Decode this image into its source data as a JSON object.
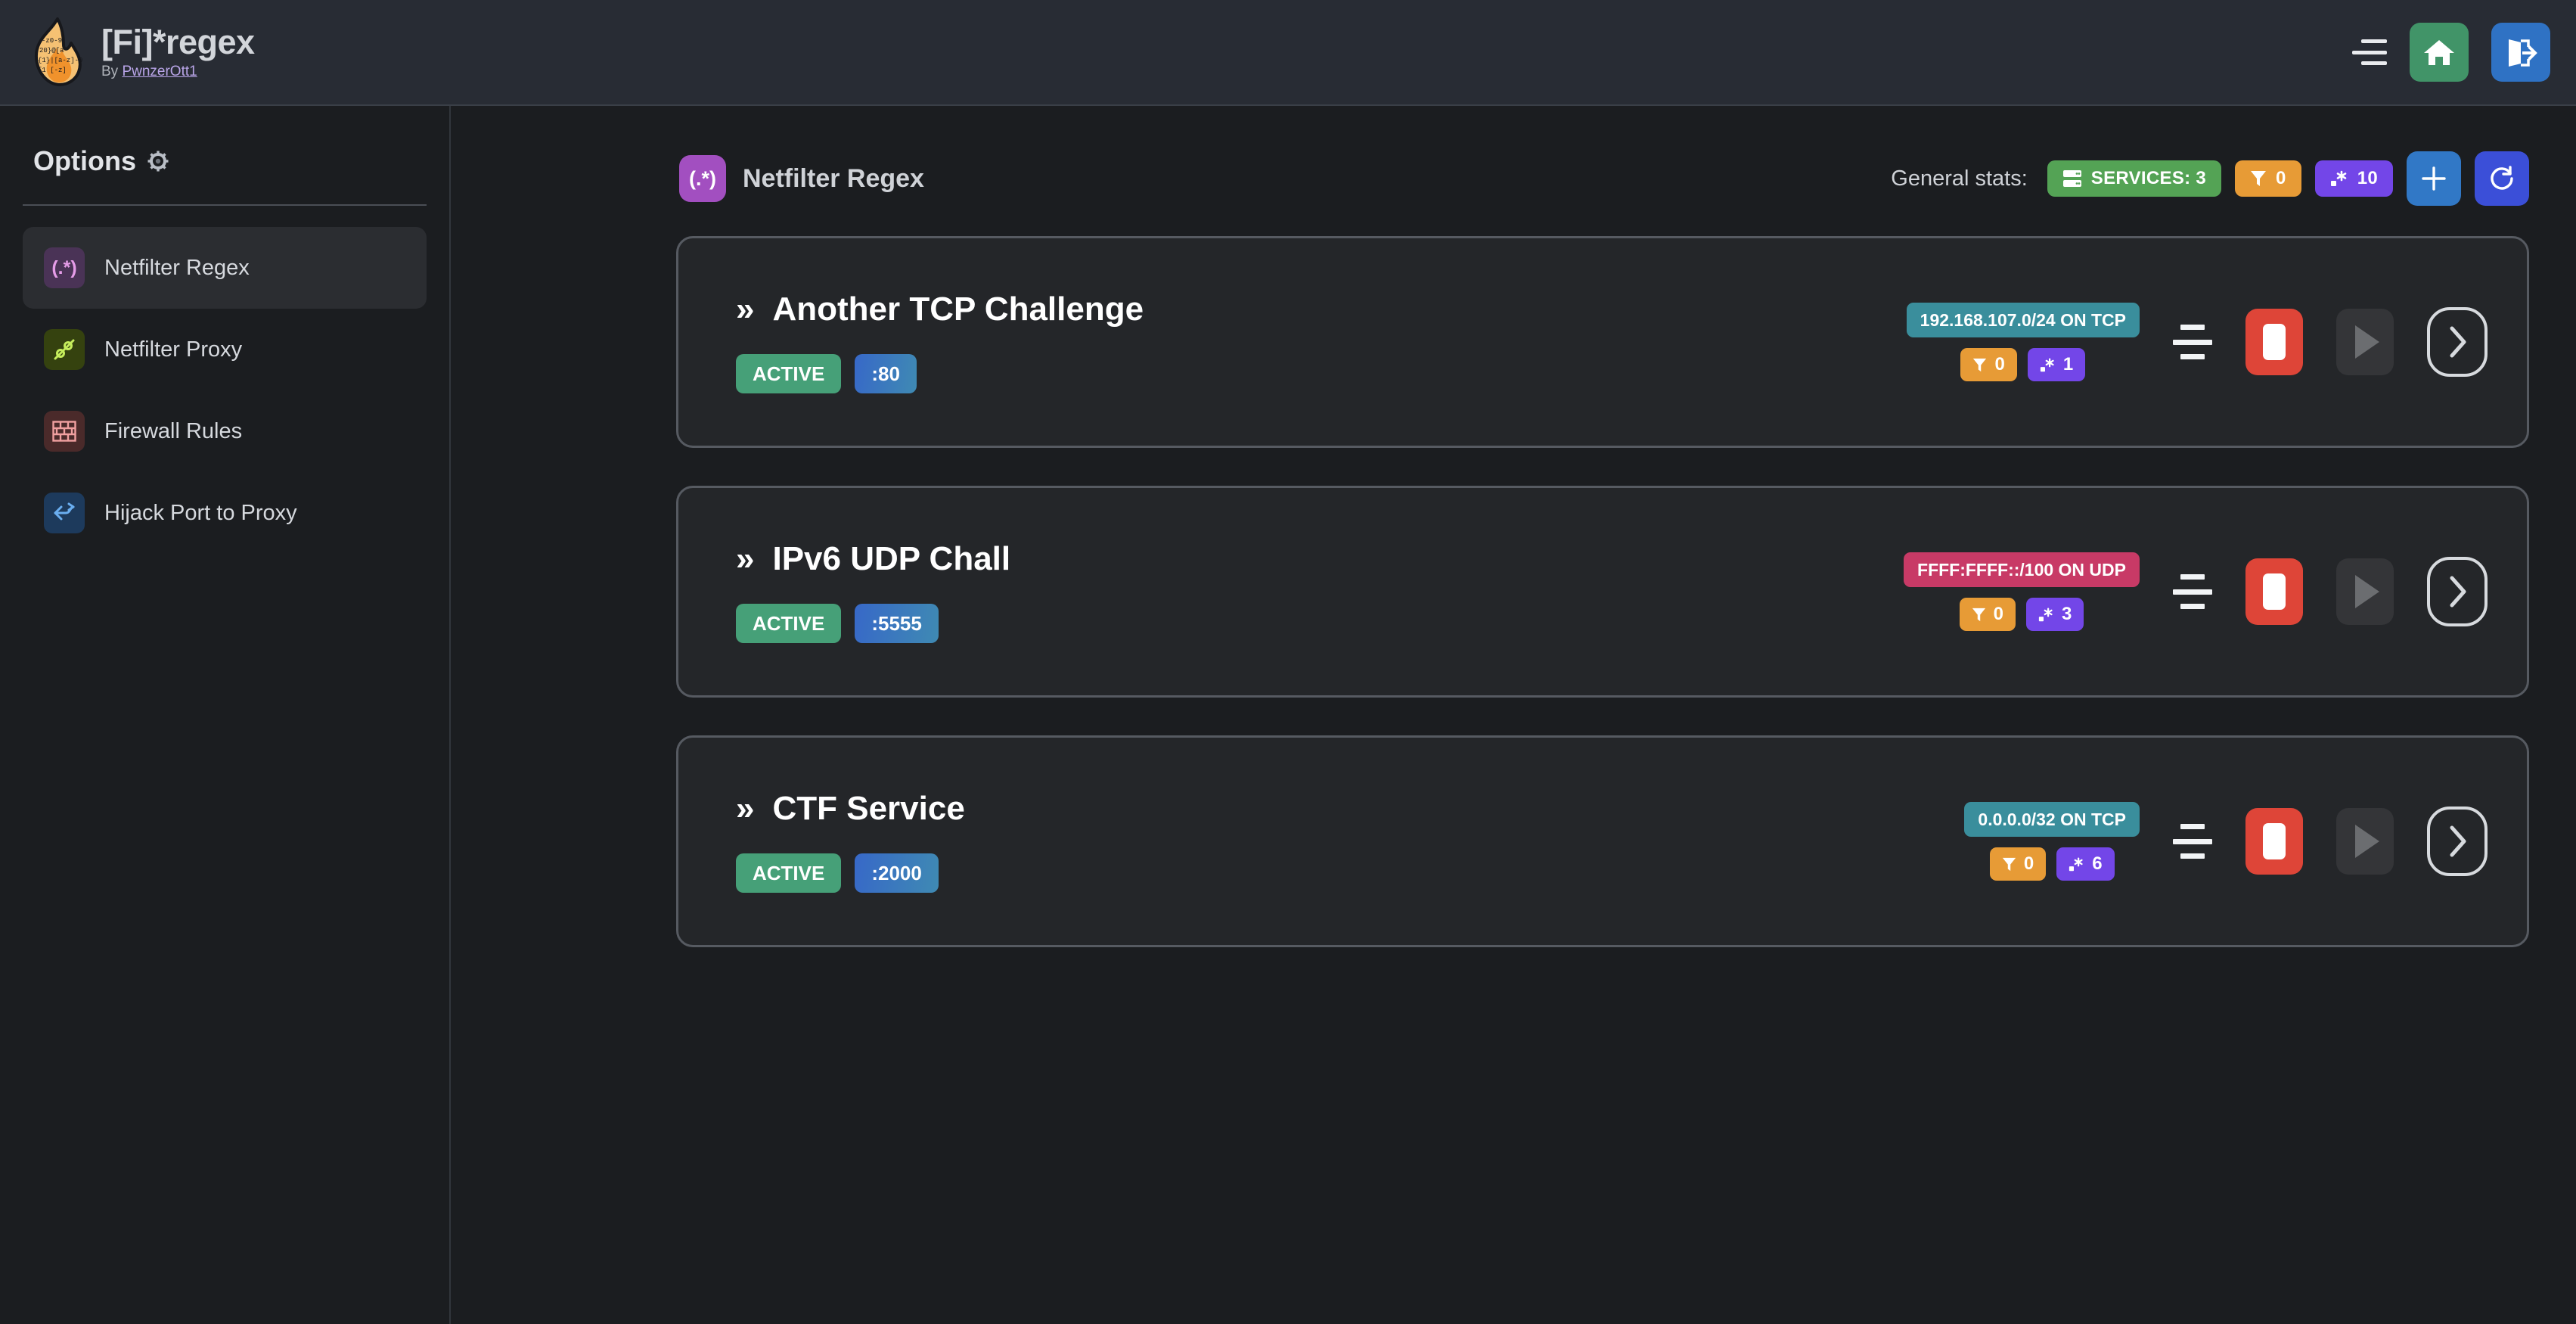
{
  "header": {
    "logo_icon": "flame-regex-logo",
    "title": "[Fi]*regex",
    "by_prefix": "By ",
    "author": "PwnzerOtt1",
    "menu_icon": "hamburger-menu-icon",
    "home_icon": "home-icon",
    "logout_icon": "logout-icon",
    "colors": {
      "bar": "#282c34",
      "home": "#419468",
      "logout": "#2f72c4"
    }
  },
  "sidebar": {
    "title": "Options",
    "title_icon": "gear-icon",
    "items": [
      {
        "label": "Netfilter Regex",
        "icon": "regex-icon",
        "glyph": "(.*)",
        "active": true
      },
      {
        "label": "Netfilter Proxy",
        "icon": "plug-icon",
        "glyph": "",
        "active": false
      },
      {
        "label": "Firewall Rules",
        "icon": "brick-wall-icon",
        "glyph": "",
        "active": false
      },
      {
        "label": "Hijack Port to Proxy",
        "icon": "route-fork-icon",
        "glyph": "",
        "active": false
      }
    ]
  },
  "page": {
    "icon": "regex-icon",
    "icon_glyph": "(.*)",
    "title": "Netfilter Regex",
    "stats_label": "General stats:",
    "stats": [
      {
        "name": "services-badge",
        "icon": "server-icon",
        "text": "SERVICES: 3",
        "color": "#54a355"
      },
      {
        "name": "filters-badge",
        "icon": "filter-icon",
        "text": "0",
        "color": "#e79b36"
      },
      {
        "name": "regex-badge",
        "icon": "regex-star-icon",
        "text": "10",
        "color": "#7346e8"
      }
    ],
    "add_icon": "plus-icon",
    "refresh_icon": "refresh-icon"
  },
  "services": [
    {
      "name": "Another TCP Challenge",
      "chevron": "»",
      "status": "ACTIVE",
      "port": ":80",
      "network": "192.168.107.0/24 ON TCP",
      "network_type": "tcp",
      "filters": "0",
      "regexes": "1",
      "drag_icon": "drag-handle-icon",
      "stop_icon": "stop-icon",
      "play_icon": "play-icon",
      "open_icon": "chevron-right-icon"
    },
    {
      "name": "IPv6 UDP Chall",
      "chevron": "»",
      "status": "ACTIVE",
      "port": ":5555",
      "network": "FFFF:FFFF::/100 ON UDP",
      "network_type": "udp",
      "filters": "0",
      "regexes": "3",
      "drag_icon": "drag-handle-icon",
      "stop_icon": "stop-icon",
      "play_icon": "play-icon",
      "open_icon": "chevron-right-icon"
    },
    {
      "name": "CTF Service",
      "chevron": "»",
      "status": "ACTIVE",
      "port": ":2000",
      "network": "0.0.0.0/32 ON TCP",
      "network_type": "tcp",
      "filters": "0",
      "regexes": "6",
      "drag_icon": "drag-handle-icon",
      "stop_icon": "stop-icon",
      "play_icon": "play-icon",
      "open_icon": "chevron-right-icon"
    }
  ]
}
